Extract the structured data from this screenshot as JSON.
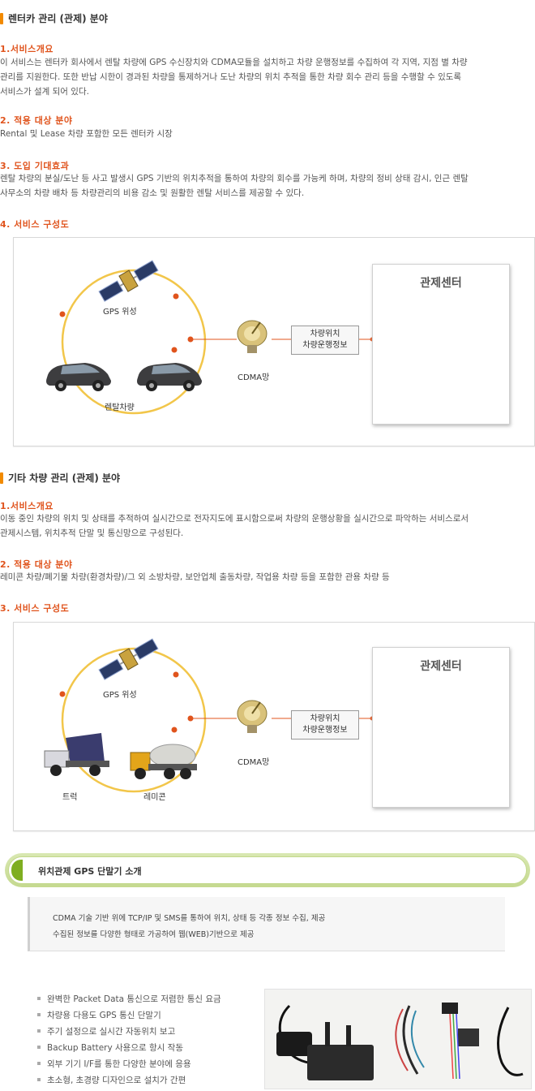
{
  "section1": {
    "title": "렌터카 관리 (관제) 분야",
    "overview_heading": "1.서비스개요",
    "overview_lines": [
      "이 서비스는 렌터카 회사에서 렌탈 차량에 GPS 수신장치와 CDMA모듈을 설치하고 차량 운행정보를 수집하여 각 지역, 지점 별 차량",
      "관리를 지원한다. 또한 반납 시한이 경과된 차량을 통제하거나 도난 차량의 위치 추적을 통한 차량 회수 관리 등을 수행할 수 있도록",
      "서비스가 설계 되어 있다."
    ],
    "target_heading": "2. 적용 대상 분야",
    "target_text": "Rental 및 Lease 차량 포함한 모든 렌터카 시장",
    "effect_heading": "3. 도입 기대효과",
    "effect_lines": [
      "렌탈 차량의 분실/도난 등 사고 발생시 GPS 기반의 위치추적을 통하여 차량의 회수를 가능케 하며, 차량의 정비 상태 감시, 인근 렌탈",
      "사무소의 차량 배차 등 차량관리의 비용 감소 및 원활한 렌탈 서비스를 제공할 수 있다."
    ],
    "diagram_heading": "4. 서비스 구성도",
    "diagram": {
      "gps_label": "GPS 위성",
      "vehicle_label": "렌탈차량",
      "cdma_label": "CDMA망",
      "info_line1": "차량위치",
      "info_line2": "차량운행정보",
      "center_title": "관제센터"
    }
  },
  "section2": {
    "title": "기타 차량 관리 (관제) 분야",
    "overview_heading": "1.서비스개요",
    "overview_lines": [
      "이동 중인 차량의 위치 및 상태를 추적하여 실시간으로 전자지도에 표시함으로써 차량의 운행상황을 실시간으로 파악하는 서비스로서",
      "관제시스템, 위치추적 단말 및 통신망으로 구성된다."
    ],
    "target_heading": "2. 적용 대상 분야",
    "target_text": "레미콘 차량/폐기물 차량(환경차량)/그 외 소방차량, 보안업체 출동차량, 작업용 차량 등을 포함한 관용 차량 등",
    "diagram_heading": "3. 서비스 구성도",
    "diagram": {
      "gps_label": "GPS 위성",
      "truck_label": "트럭",
      "remicon_label": "레미콘",
      "cdma_label": "CDMA망",
      "info_line1": "차량위치",
      "info_line2": "차량운행정보",
      "center_title": "관제센터"
    }
  },
  "terminal": {
    "title": "위치관제 GPS 단말기 소개",
    "desc_line1": "CDMA 기술 기반 위에 TCP/IP 및 SMS를 통하여 위치, 상태 등 각종 정보 수집, 제공",
    "desc_line2": "수집된 정보를 다양한 형태로 가공하여 웹(WEB)기반으로 제공",
    "features": [
      "완벽한 Packet Data 통신으로 저렴한 통신 요금",
      "차량용 다용도 GPS 통신 단말기",
      "주기 설정으로 실시간 자동위치 보고",
      "Backup Battery 사용으로 항시 작동",
      "외부 기기 I/F를 통한 다양한 분야에 응용",
      "초소형, 초경량 디자인으로 설치가 간편"
    ]
  },
  "colors": {
    "accent_orange": "#e0541d",
    "title_bar": "#f28a00",
    "orbit": "#f2c64a",
    "pill_green": "#7fae20"
  }
}
